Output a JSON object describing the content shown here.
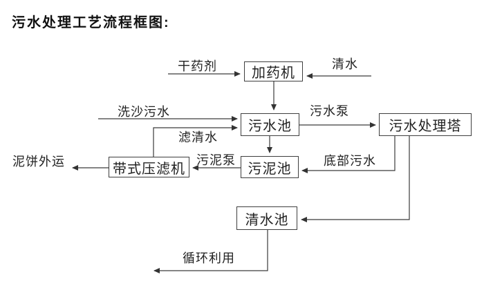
{
  "diagram": {
    "title": "污水处理工艺流程框图:",
    "nodes": {
      "dosing_machine": "加药机",
      "sewage_pool": "污水池",
      "treatment_tower": "污水处理塔",
      "belt_filter_press": "带式压滤机",
      "sludge_pool": "污泥池",
      "clean_water_pool": "清水池"
    },
    "edge_labels": {
      "dry_agent": "干药剂",
      "clean_water": "清水",
      "sand_washing_sewage": "洗沙污水",
      "filtered_water": "滤清水",
      "sewage_pump": "污水泵",
      "bottom_sewage": "底部污水",
      "sludge_pump": "污泥泵",
      "mud_cake_transport": "泥饼外运",
      "recycling_use": "循环利用"
    },
    "colors": {
      "background": "#ffffff",
      "line": "#3a3a3a",
      "text": "#1c1c1c"
    }
  }
}
